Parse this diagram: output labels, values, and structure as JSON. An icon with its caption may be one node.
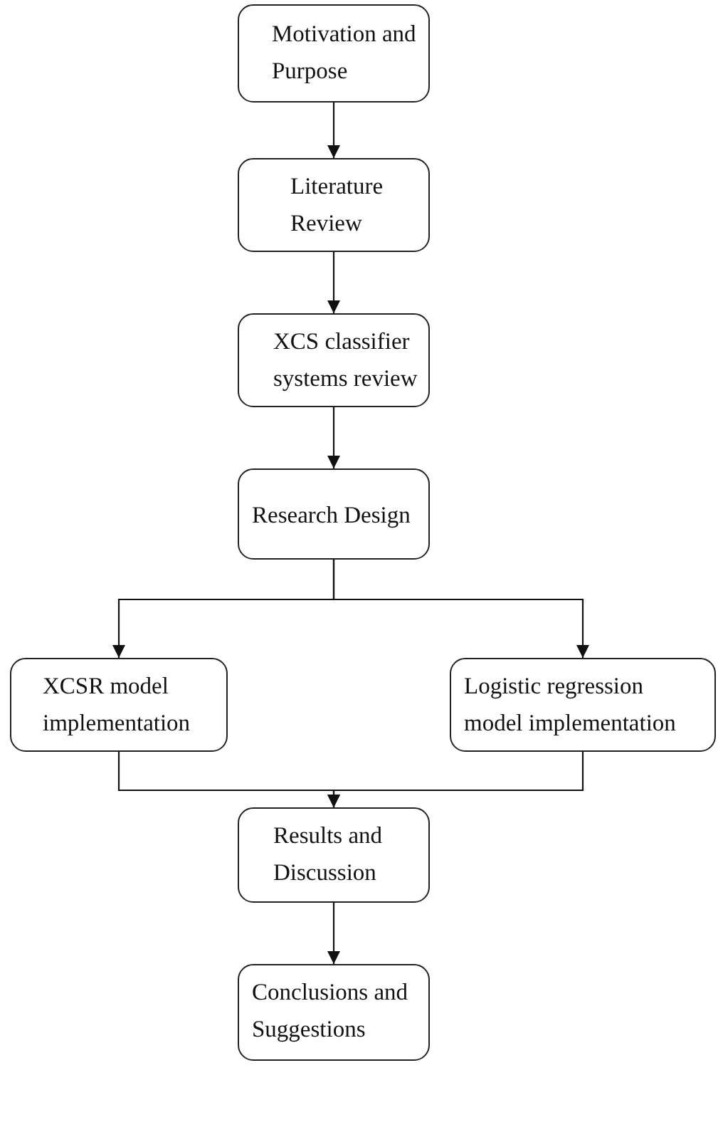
{
  "diagram": {
    "nodes": [
      {
        "text": [
          "Motivation and Purpose"
        ]
      },
      {
        "text": [
          "Literature Review"
        ]
      },
      {
        "text": [
          "XCS classifier systems review"
        ]
      },
      {
        "text": [
          "Research Design"
        ]
      },
      {
        "text": [
          "XCSR model implementation"
        ]
      },
      {
        "text": [
          "Logistic regression model implementation"
        ]
      },
      {
        "text": [
          "Results and Discussion"
        ]
      },
      {
        "text": [
          "Conclusions and Suggestions"
        ]
      }
    ],
    "edges": [
      {
        "from": 0,
        "to": 1,
        "arrow": "to"
      },
      {
        "from": 1,
        "to": 2,
        "arrow": "to"
      },
      {
        "from": 2,
        "to": 3,
        "arrow": "to"
      },
      {
        "from": 3,
        "to": 4,
        "arrow": "to"
      },
      {
        "from": 3,
        "to": 5,
        "arrow": "to"
      },
      {
        "from": 4,
        "to": 6,
        "arrow": "to"
      },
      {
        "from": 5,
        "to": 6,
        "arrow": "to"
      },
      {
        "from": 6,
        "to": 7,
        "arrow": "to"
      }
    ]
  }
}
